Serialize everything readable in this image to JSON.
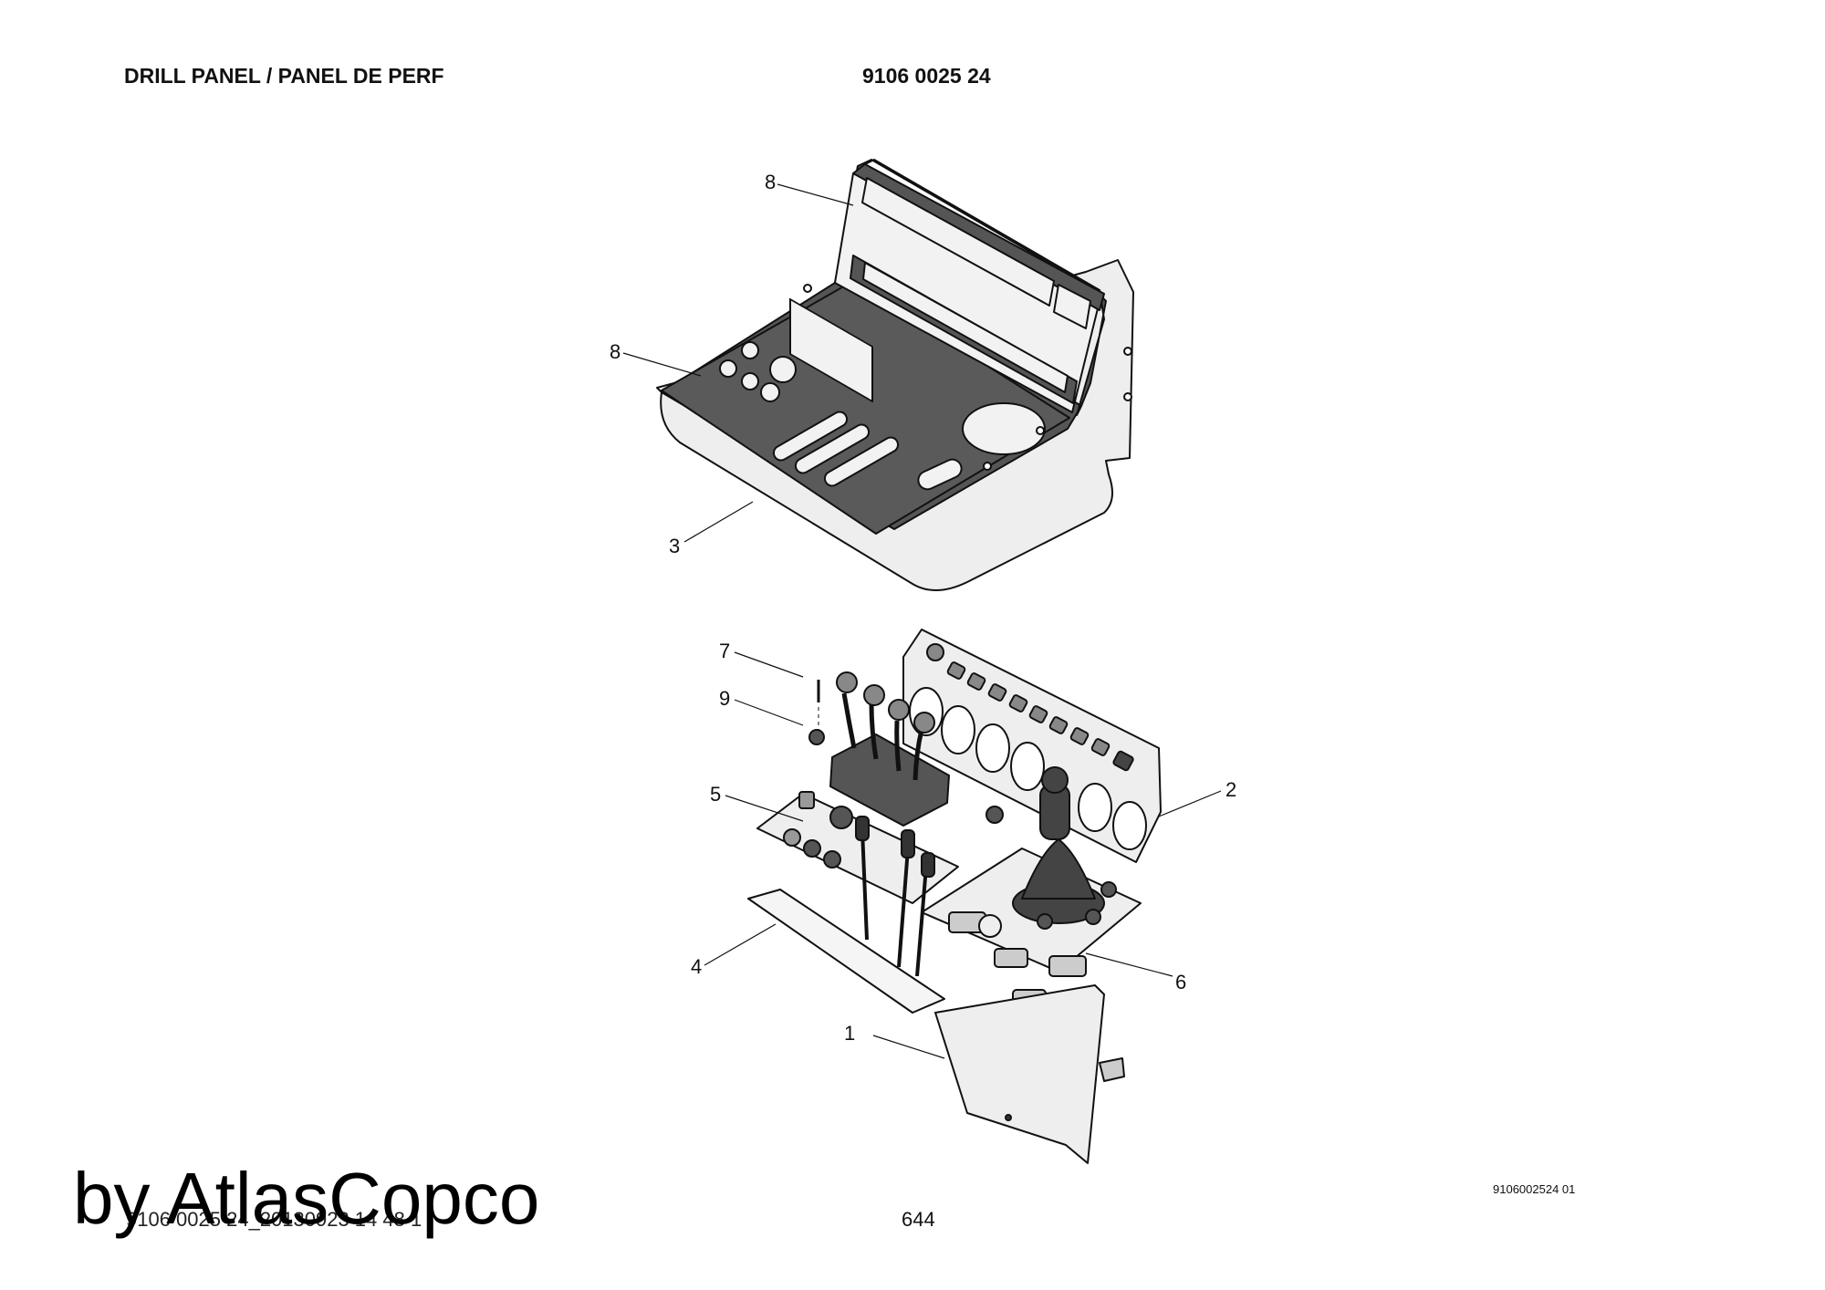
{
  "header": {
    "title": "DRILL PANEL / PANEL DE PERF",
    "part_number": "9106 0025 24"
  },
  "callouts": {
    "top_cover_label": "8",
    "top_plate_label": "8",
    "shell_label": "3",
    "screw_label": "7",
    "nut_label": "9",
    "switch_label": "5",
    "gauge_panel_label": "2",
    "bottom_plate_label": "4",
    "valve_label": "6",
    "frame_label": "1"
  },
  "footer": {
    "drawing_ref": "9106002524 01",
    "file_ref": "9106 0025 24_20130923 14 48 1",
    "page_number": "644"
  },
  "watermark": "by AtlasCopco"
}
